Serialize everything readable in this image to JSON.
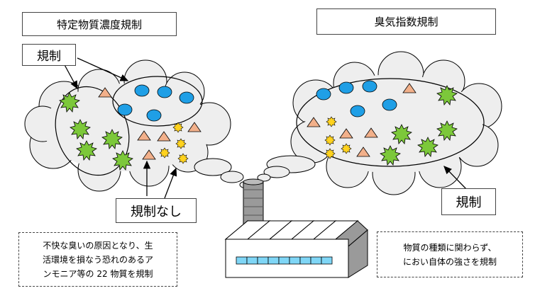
{
  "left_title": "特定物質濃度規制",
  "right_title": "臭気指数規制",
  "label_regulated_left": "規制",
  "label_unregulated": "規制なし",
  "label_regulated_right": "規制",
  "left_note": {
    "line1": "不快な臭いの原因となり、生",
    "line2": "活環境を損なう恐れのあるア",
    "line3": "ンモニア等の 22 物質を規制"
  },
  "right_note": {
    "line1": "物質の種類に関わらず、",
    "line2": "におい自体の強さを規制"
  },
  "colors": {
    "cloud_fill": "#eeeeee",
    "blue": "#1f9fe6",
    "green": "#7cc83a",
    "orange": "#f2b08a",
    "yellow": "#ffd21e",
    "factory_gray": "#9a9a9a",
    "window": "#7fd6f6"
  },
  "icons": {
    "blue_particle": "circle",
    "green_particle": "starburst",
    "orange_particle": "triangle",
    "yellow_particle": "small-starburst"
  }
}
